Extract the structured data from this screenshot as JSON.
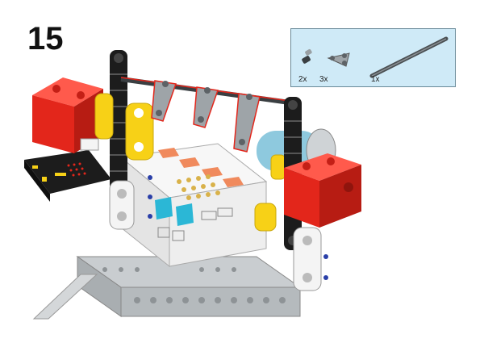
{
  "step": {
    "number": "15"
  },
  "parts": {
    "items": [
      {
        "name": "pin-axle",
        "qty": "2x"
      },
      {
        "name": "triangle-connector",
        "qty": "3x"
      },
      {
        "name": "long-axle",
        "qty": "1x"
      }
    ]
  },
  "colors": {
    "red": "#e3261b",
    "yellow": "#f7d117",
    "black": "#1c1c1c",
    "light_gray": "#c9cdd0",
    "dark_gray": "#6d7275",
    "white": "#f4f4f4",
    "cyan": "#2bb7d6",
    "orange": "#f08a5d",
    "parts_bg": "#cfeaf7"
  }
}
